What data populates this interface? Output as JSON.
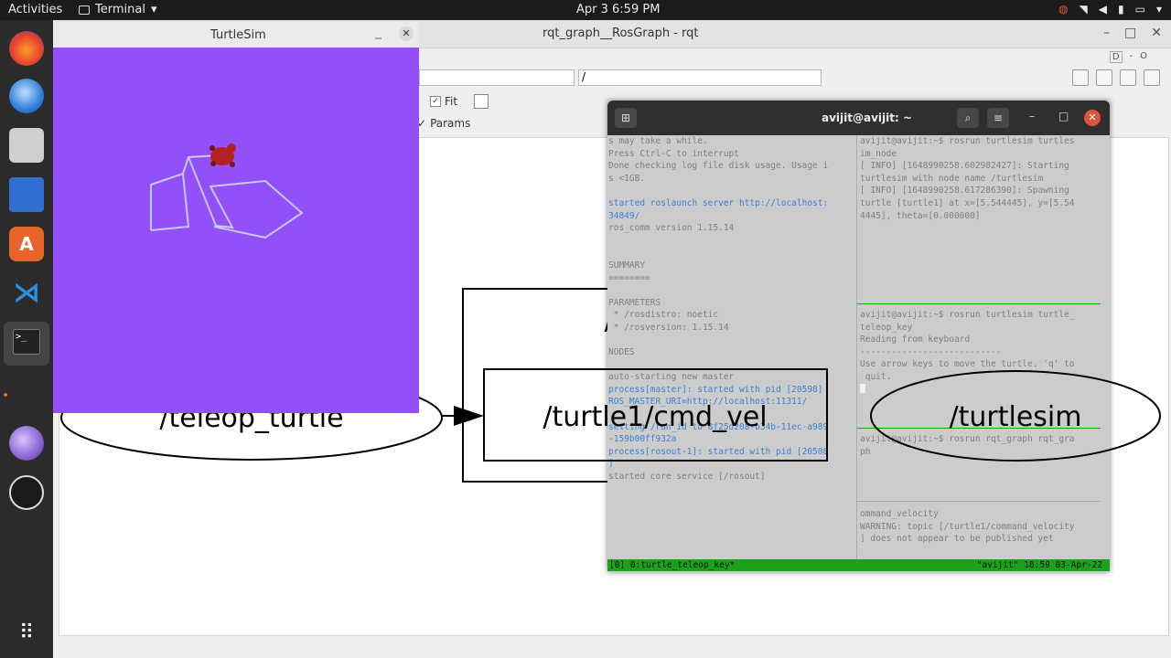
{
  "topbar": {
    "activities": "Activities",
    "app_name": "Terminal",
    "clock": "Apr 3   6:59 PM"
  },
  "dock": {
    "items": [
      "firefox-icon",
      "thunderbird-icon",
      "files-icon",
      "writer-icon",
      "software-center-icon",
      "vscode-icon",
      "terminal-icon",
      "purple-app-icon",
      "obs-icon",
      "show-apps-icon"
    ]
  },
  "rqt": {
    "title": "rqt_graph__RosGraph - rqt",
    "namespace_value": "/",
    "fit_label": "Fit",
    "params_label": "Params",
    "top_right_label": "D",
    "top_right_label2": "O"
  },
  "turtlesim": {
    "title": "TurtleSim",
    "bg": "#9150fa"
  },
  "terminal": {
    "title": "avijit@avijit: ~",
    "left_pane": [
      {
        "text": "s may take a while.",
        "blue": false
      },
      {
        "text": "Press Ctrl-C to interrupt",
        "blue": false
      },
      {
        "text": "Done checking log file disk usage. Usage i",
        "blue": false
      },
      {
        "text": "s <1GB.",
        "blue": false
      },
      {
        "text": "",
        "blue": false
      },
      {
        "text": "started roslaunch server http://localhost:",
        "blue": true
      },
      {
        "text": "34849/",
        "blue": true
      },
      {
        "text": "ros_comm version 1.15.14",
        "blue": false
      },
      {
        "text": "",
        "blue": false
      },
      {
        "text": "",
        "blue": false
      },
      {
        "text": "SUMMARY",
        "blue": false
      },
      {
        "text": "========",
        "blue": false
      },
      {
        "text": "",
        "blue": false
      },
      {
        "text": "PARAMETERS",
        "blue": false
      },
      {
        "text": " * /rosdistro: noetic",
        "blue": false
      },
      {
        "text": " * /rosversion: 1.15.14",
        "blue": false
      },
      {
        "text": "",
        "blue": false
      },
      {
        "text": "NODES",
        "blue": false
      },
      {
        "text": "",
        "blue": false
      },
      {
        "text": "auto-starting new master",
        "blue": false
      },
      {
        "text": "process[master]: started with pid [20598]",
        "blue": true
      },
      {
        "text": "ROS_MASTER_URI=http://localhost:11311/",
        "blue": true
      },
      {
        "text": "",
        "blue": false
      },
      {
        "text": "setting /run_id to 8f25d208-b34b-11ec-a989",
        "blue": true
      },
      {
        "text": "-159b00ff932a",
        "blue": true
      },
      {
        "text": "process[rosout-1]: started with pid [20508",
        "blue": true
      },
      {
        "text": "]",
        "blue": true
      },
      {
        "text": "started core service [/rosout]",
        "blue": false
      }
    ],
    "pane_top": [
      "avijit@avijit:~$ rosrun turtlesim turtles",
      "im_node",
      "[ INFO] [1648990258.602982427]: Starting",
      "turtlesim with node name /turtlesim",
      "[ INFO] [1648990258.617286390]: Spawning",
      "turtle [turtle1] at x=[5.544445], y=[5.54",
      "4445], theta=[0.000000]"
    ],
    "pane_mid": [
      "avijit@avijit:~$ rosrun turtlesim turtle_",
      "teleop_key",
      "Reading from keyboard",
      "---------------------------",
      "Use arrow keys to move the turtle. 'q' to",
      " quit."
    ],
    "pane_low": [
      "avijit@avijit:~$ rosrun rqt_graph rqt_gra",
      "ph"
    ],
    "pane_bottom": [
      "ommand_velocity",
      "WARNING: topic [/turtle1/command_velocity",
      "] does not appear to be published yet"
    ],
    "status_left": "[0] 0:turtle_teleop_key*",
    "status_right": "\"avijit\" 18:59 03-Apr-22"
  },
  "graph": {
    "group_label": "/turtle1",
    "topic_label": "/turtle1/cmd_vel",
    "source_node": "/teleop_turtle",
    "target_node": "/turtlesim"
  }
}
